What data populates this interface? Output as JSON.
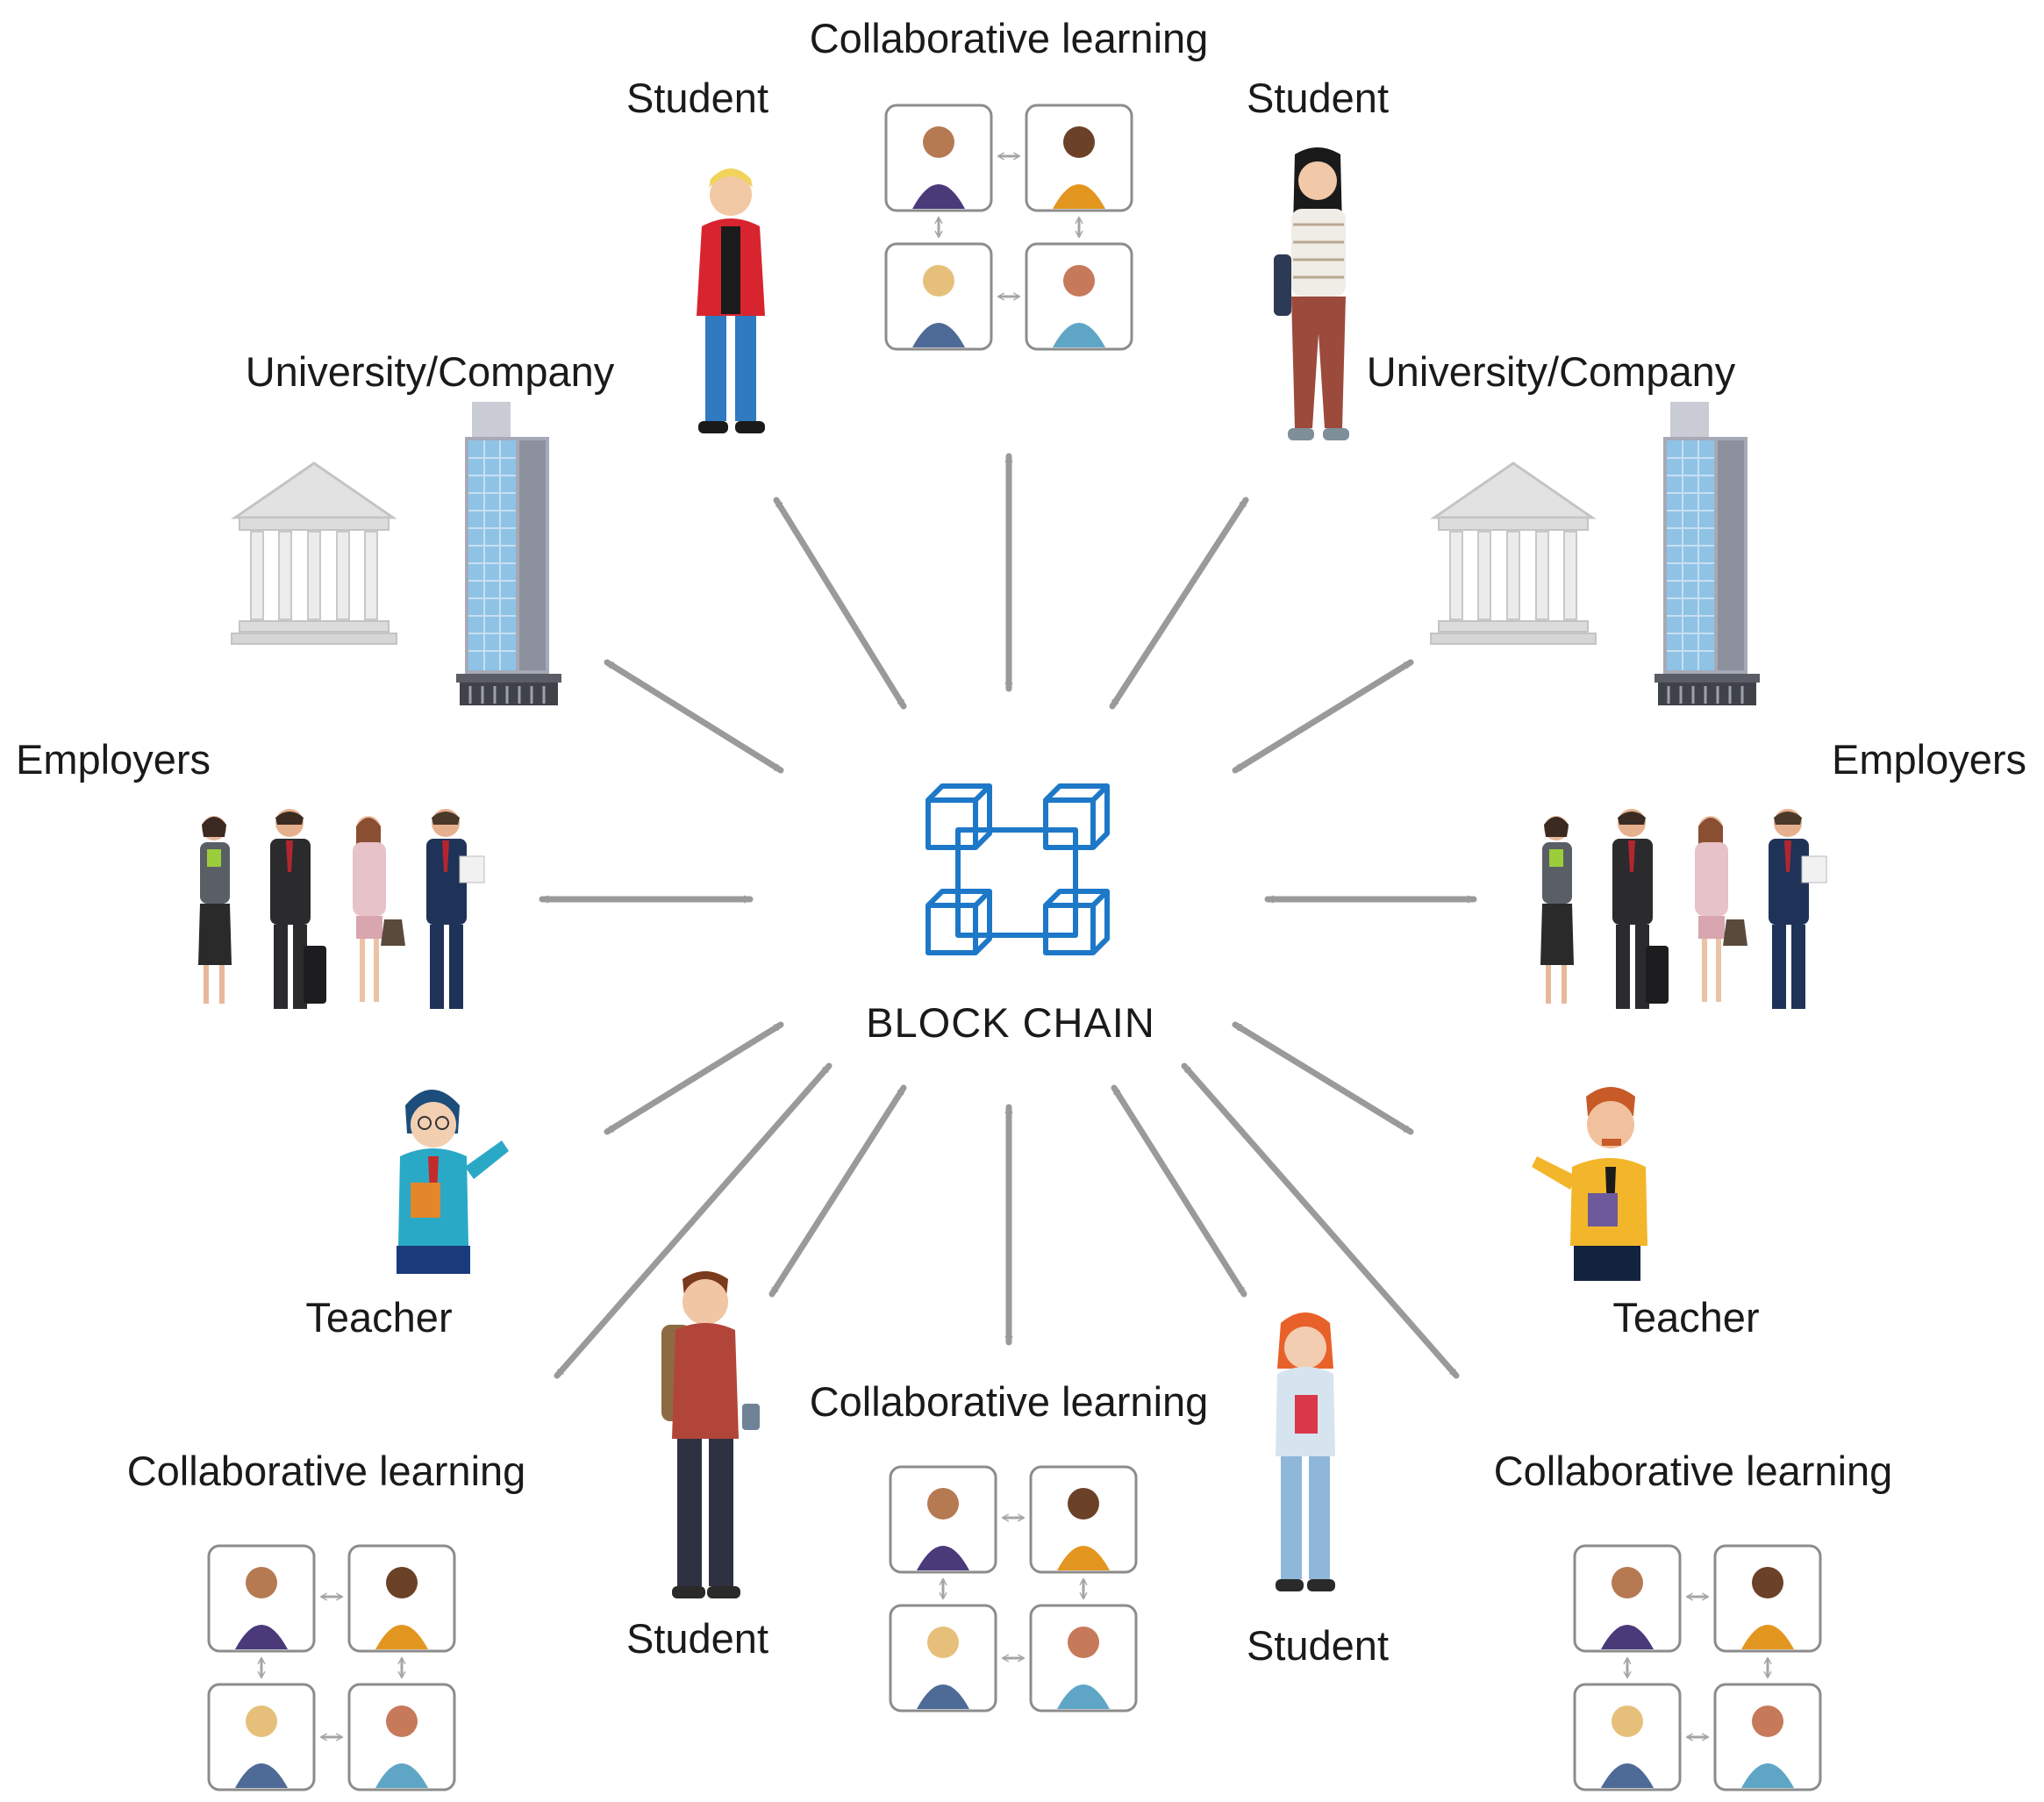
{
  "center": {
    "label": "BLOCK CHAIN",
    "color": "#1e78c8"
  },
  "colors": {
    "arrow": "#9a9a9a",
    "frame": "#8c8c8c",
    "building_glass": "#8fc3e6",
    "building_body": "#b9bcc6",
    "temple": "#d4d4d4"
  },
  "labels": {
    "collab_top": "Collaborative learning",
    "student_top_left": "Student",
    "student_top_right": "Student",
    "uni_left": "University/Company",
    "uni_right": "University/Company",
    "employers_left": "Employers",
    "employers_right": "Employers",
    "teacher_left": "Teacher",
    "teacher_right": "Teacher",
    "collab_bottom_left": "Collaborative learning",
    "collab_bottom_center": "Collaborative learning",
    "collab_bottom_right": "Collaborative learning",
    "student_bottom_left": "Student",
    "student_bottom_right": "Student"
  }
}
